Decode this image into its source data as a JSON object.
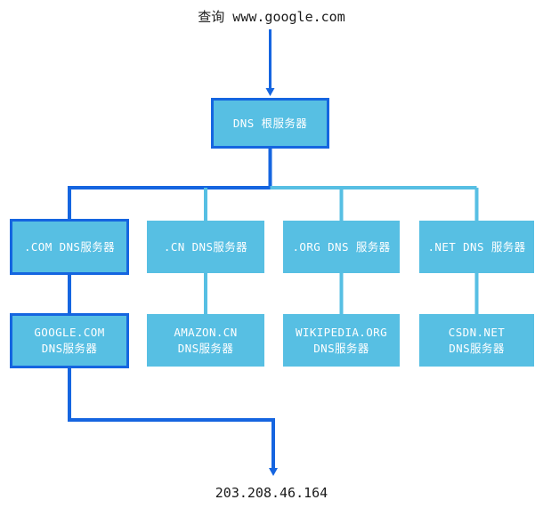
{
  "diagram": {
    "query_label": "查询 www.google.com",
    "result_label": "203.208.46.164",
    "colors": {
      "box_fill": "#57bfe3",
      "highlight_stroke": "#1565e0",
      "normal_stroke": "#57bfe3",
      "box_text": "#ffffff",
      "caption_text": "#1a1a1a",
      "background": "#ffffff"
    },
    "root": {
      "label": "DNS 根服务器",
      "highlighted": true
    },
    "tld_row": [
      {
        "label": ".COM DNS服务器",
        "highlighted": true
      },
      {
        "label": ".CN DNS服务器",
        "highlighted": false
      },
      {
        "label": ".ORG DNS 服务器",
        "highlighted": false
      },
      {
        "label": ".NET DNS 服务器",
        "highlighted": false
      }
    ],
    "authoritative_row": [
      {
        "line1": "GOOGLE.COM",
        "line2": "DNS服务器",
        "highlighted": true
      },
      {
        "line1": "AMAZON.CN",
        "line2": "DNS服务器",
        "highlighted": false
      },
      {
        "line1": "WIKIPEDIA.ORG",
        "line2": "DNS服务器",
        "highlighted": false
      },
      {
        "line1": "CSDN.NET",
        "line2": "DNS服务器",
        "highlighted": false
      }
    ]
  }
}
